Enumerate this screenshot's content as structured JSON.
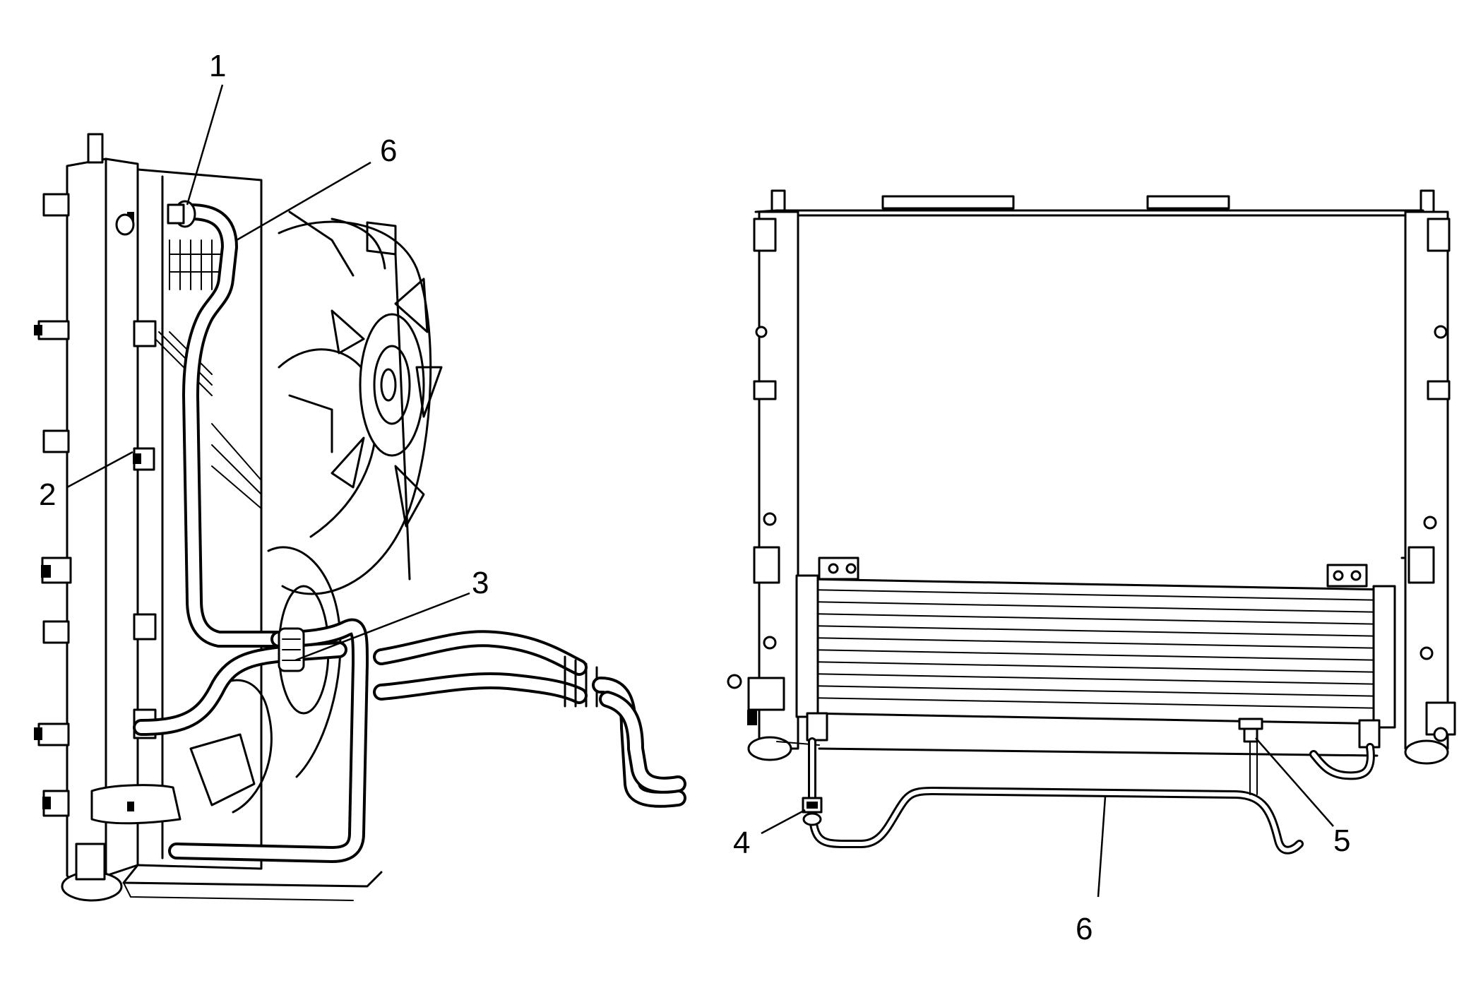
{
  "callouts": {
    "left": {
      "c1": "1",
      "c2": "2",
      "c3": "3",
      "c6": "6"
    },
    "right": {
      "c4": "4",
      "c5": "5",
      "c6": "6"
    }
  },
  "colors": {
    "line": "#000000",
    "background": "#ffffff"
  }
}
